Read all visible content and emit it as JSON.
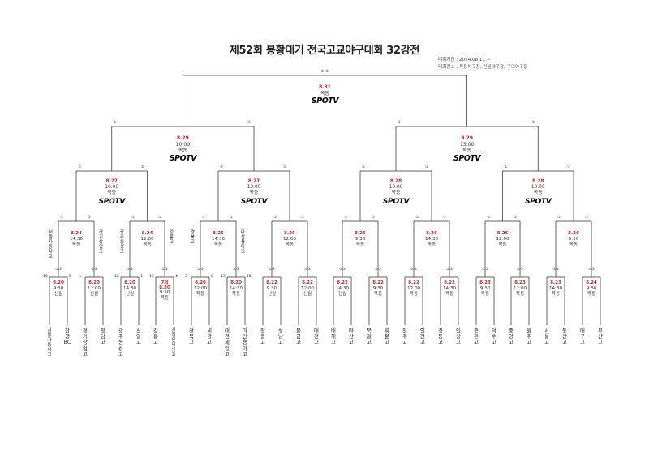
{
  "title": "제52회 봉황대기 전국고교야구대회 32강전",
  "info": {
    "period": "대회기간 : 2024.08.11.~",
    "venues": "대회장소 : 목동야구장, 신월야구장, 구의야구장"
  },
  "broadcaster_logo": "SPOTV",
  "round1": [
    {
      "date": "8.20",
      "time": "9:30",
      "venue": "신월",
      "score_a": "10",
      "score_b": "5",
      "team_a": "서울자동차고",
      "team_b": "한광BC"
    },
    {
      "date": "8.20",
      "time": "12:00",
      "venue": "신월",
      "score_a": "4",
      "score_b": "",
      "team_a": "경기상업고",
      "team_b": "청담고"
    },
    {
      "date": "8.20",
      "time": "14:30",
      "venue": "신월",
      "score_a": "12",
      "score_b": "1",
      "team_a": "광주동성고",
      "team_b": "신일고"
    },
    {
      "date": "7회\n8.20",
      "time": "9:30",
      "venue": "목동",
      "score_a": "13",
      "score_b": "4",
      "team_a": "강릉고",
      "team_b": "선린인터넷고"
    },
    {
      "date": "8.20",
      "time": "12:00",
      "venue": "목동",
      "score_a": "3",
      "score_b": "0",
      "team_a": "경북고",
      "team_b": "세광고"
    },
    {
      "date": "8.20",
      "time": "14:30",
      "venue": "목동",
      "score_a": "13",
      "score_b": "15",
      "team_a": "대전제일고",
      "team_b": "마산용마고"
    },
    {
      "date": "8.22",
      "time": "9:30",
      "venue": "신월",
      "score_a": "",
      "score_b": "",
      "team_a": "장충고",
      "team_b": "성남고"
    },
    {
      "date": "8.22",
      "time": "12:00",
      "venue": "신월",
      "score_a": "",
      "score_b": "",
      "team_a": "물금고",
      "team_b": "대전고"
    },
    {
      "date": "8.22",
      "time": "14:30",
      "venue": "신월",
      "score_a": "",
      "score_b": "",
      "team_a": "배재고",
      "team_b": "마산고"
    },
    {
      "date": "8.22",
      "time": "9:30",
      "venue": "목동",
      "score_a": "",
      "score_b": "",
      "team_a": "북일고",
      "team_b": "휘문고"
    },
    {
      "date": "8.22",
      "time": "12:00",
      "venue": "목동",
      "score_a": "",
      "score_b": "",
      "team_a": "전주고",
      "team_b": "인천고"
    },
    {
      "date": "8.22",
      "time": "14:30",
      "venue": "목동",
      "score_a": "",
      "score_b": "",
      "team_a": "경동고",
      "team_b": "인상고"
    },
    {
      "date": "8.23",
      "time": "9:30",
      "venue": "목동",
      "score_a": "",
      "score_b": "",
      "team_a": "충훈고",
      "team_b": "덕수고"
    },
    {
      "date": "8.23",
      "time": "12:00",
      "venue": "목동",
      "score_a": "",
      "score_b": "",
      "team_a": "중앙고",
      "team_b": "원주고"
    },
    {
      "date": "8.23",
      "time": "14:30",
      "venue": "목동",
      "score_a": "",
      "score_b": "",
      "team_a": "서울고",
      "team_b": "동산고"
    },
    {
      "date": "8.24",
      "time": "9:30",
      "venue": "목동",
      "score_a": "",
      "score_b": "",
      "team_a": "대구고",
      "team_b": "부산고"
    }
  ],
  "round2": [
    {
      "date": "8.24",
      "time": "14:30",
      "venue": "목동",
      "sa": "②",
      "sb": "③",
      "winner_a": "서울자동차고",
      "winner_b": "경기상업고"
    },
    {
      "date": "8.24",
      "time": "12:00",
      "venue": "목동",
      "sa": "①",
      "sb": "①",
      "winner_a": "광주동성고",
      "winner_b": "강릉고"
    },
    {
      "date": "8.25",
      "time": "14:30",
      "venue": "목동",
      "sa": "①",
      "sb": "①",
      "winner_a": "경북교",
      "winner_b": "마산용마고"
    },
    {
      "date": "8.25",
      "time": "12:00",
      "venue": "목동",
      "sa": "①",
      "sb": "①",
      "winner_a": "",
      "winner_b": ""
    },
    {
      "date": "8.25",
      "time": "9:30",
      "venue": "목동",
      "sa": "①",
      "sb": "①",
      "winner_a": "",
      "winner_b": ""
    },
    {
      "date": "8.26",
      "time": "14:30",
      "venue": "목동",
      "sa": "①",
      "sb": "①",
      "winner_a": "",
      "winner_b": ""
    },
    {
      "date": "8.26",
      "time": "12:00",
      "venue": "목동",
      "sa": "①",
      "sb": "①",
      "winner_a": "",
      "winner_b": ""
    },
    {
      "date": "8.26",
      "time": "9:30",
      "venue": "목동",
      "sa": "①",
      "sb": "①",
      "winner_a": "",
      "winner_b": ""
    }
  ],
  "round3": [
    {
      "date": "8.27",
      "time": "10:00",
      "venue": "목동",
      "sa": "①",
      "sb": "②"
    },
    {
      "date": "8.27",
      "time": "13:00",
      "venue": "목동",
      "sa": "①",
      "sb": "①"
    },
    {
      "date": "8.28",
      "time": "10:00",
      "venue": "목동",
      "sa": "①",
      "sb": "①"
    },
    {
      "date": "8.28",
      "time": "13:00",
      "venue": "목동",
      "sa": "①",
      "sb": "①"
    }
  ],
  "round4": [
    {
      "date": "8.29",
      "time": "10:00",
      "venue": "목동",
      "sa": "①",
      "sb": "①"
    },
    {
      "date": "8.29",
      "time": "13:00",
      "venue": "목동",
      "sa": "①",
      "sb": "①"
    }
  ],
  "final": {
    "date": "8.31",
    "time": "",
    "venue": "목동",
    "sa": "①",
    "sb": "①"
  }
}
